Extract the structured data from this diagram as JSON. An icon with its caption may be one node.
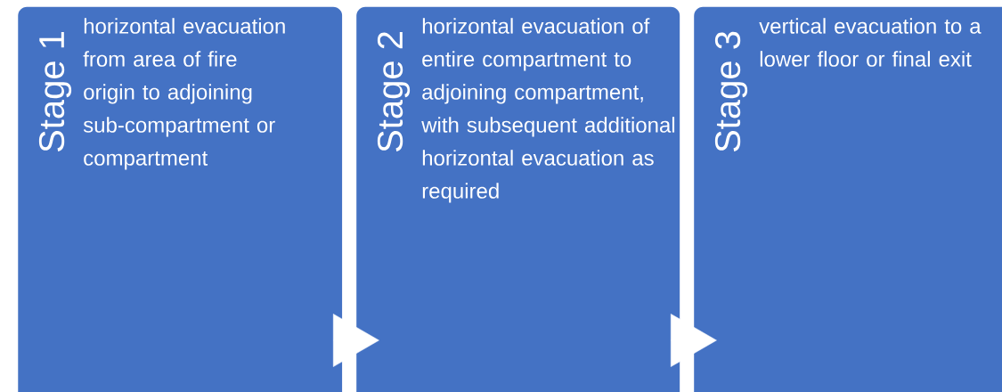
{
  "diagram": {
    "nodes": [
      {
        "text": [
          "Stage 1",
          "horizontal evacuation from area of fire origin to adjoining sub-compartment or compartment"
        ]
      },
      {
        "text": [
          "Stage 2",
          "horizontal evacuation of entire compartment to adjoining compartment, with subsequent additional horizontal evacuation as required"
        ]
      },
      {
        "text": [
          "Stage 3",
          "vertical evacuation to a lower floor or final exit"
        ]
      }
    ],
    "edges": [
      {
        "from": 0,
        "to": 1,
        "arrow": "to"
      },
      {
        "from": 1,
        "to": 2,
        "arrow": "to"
      }
    ]
  }
}
